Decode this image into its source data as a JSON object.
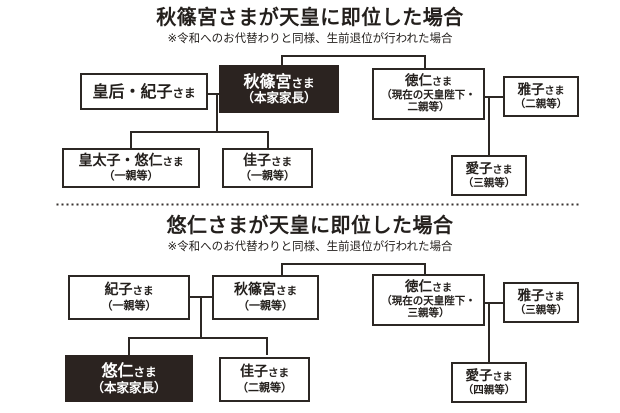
{
  "diagrams": [
    {
      "id": "akishino-enthroned",
      "title": "秋篠宮さまが天皇に即位した場合",
      "subtitle": "※令和へのお代替わりと同様、生前退位が行われた場合",
      "nodes": {
        "spouse_left": {
          "name": "皇后・紀子",
          "honorific": "さま",
          "note": ""
        },
        "head": {
          "name": "秋篠宮",
          "honorific": "さま",
          "note": "（本家家長）",
          "highlight": true
        },
        "child_left": {
          "name": "皇太子・悠仁",
          "honorific": "さま",
          "note": "（一親等）"
        },
        "child_right": {
          "name": "佳子",
          "honorific": "さま",
          "note": "（一親等）"
        },
        "brother": {
          "name": "徳仁",
          "honorific": "さま",
          "note_a": "（現在の天皇陛下・",
          "note_b": "二親等）"
        },
        "brother_spouse": {
          "name": "雅子",
          "honorific": "さま",
          "note": "（二親等）"
        },
        "brother_child": {
          "name": "愛子",
          "honorific": "さま",
          "note": "（三親等）"
        }
      }
    },
    {
      "id": "hisahito-enthroned",
      "title": "悠仁さまが天皇に即位した場合",
      "subtitle": "※令和へのお代替わりと同様、生前退位が行われた場合",
      "nodes": {
        "spouse_left": {
          "name": "紀子",
          "honorific": "さま",
          "note": "（一親等）"
        },
        "head": {
          "name": "秋篠宮",
          "honorific": "さま",
          "note": "（一親等）"
        },
        "child_left": {
          "name": "悠仁",
          "honorific": "さま",
          "note": "（本家家長）",
          "highlight": true
        },
        "child_right": {
          "name": "佳子",
          "honorific": "さま",
          "note": "（二親等）"
        },
        "brother": {
          "name": "徳仁",
          "honorific": "さま",
          "note_a": "（現在の天皇陛下・",
          "note_b": "三親等）"
        },
        "brother_spouse": {
          "name": "雅子",
          "honorific": "さま",
          "note": "（三親等）"
        },
        "brother_child": {
          "name": "愛子",
          "honorific": "さま",
          "note": "（四親等）"
        }
      }
    }
  ],
  "colors": {
    "ink": "#231f1c",
    "line": "#2c2724",
    "highlight_bg": "#2b2320",
    "highlight_fg": "#ffffff",
    "background": "#ffffff"
  }
}
